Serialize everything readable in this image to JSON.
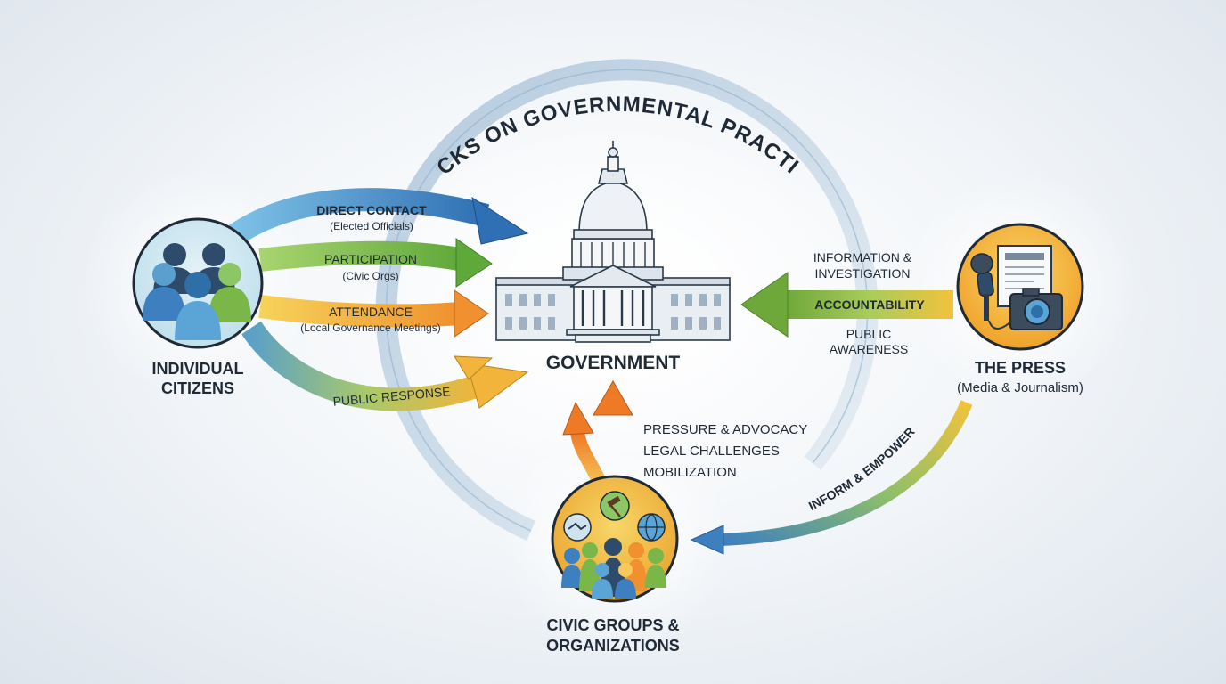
{
  "title": "CHECKS ON GOVERNMENTAL PRACTICES",
  "nodes": {
    "government": {
      "label": "GOVERNMENT"
    },
    "citizens": {
      "line1": "INDIVIDUAL",
      "line2": "CITIZENS"
    },
    "press": {
      "line1": "THE PRESS",
      "line2": "(Media & Journalism)"
    },
    "civic": {
      "line1": "CIVIC GROUPS &",
      "line2": "ORGANIZATIONS"
    }
  },
  "citizen_arrows": [
    {
      "label": "DIRECT CONTACT",
      "sub": "(Elected Officials)",
      "color": "#3d7fbf"
    },
    {
      "label": "PARTICIPATION",
      "sub": "(Civic Orgs)",
      "color": "#7ab648"
    },
    {
      "label": "ATTENDANCE",
      "sub": "(Local Governance Meetings)",
      "color": "#f0a830"
    },
    {
      "label": "PUBLIC RESPONSE",
      "sub": "",
      "color": "#e9b43c"
    }
  ],
  "press_arrow": {
    "top_line1": "INFORMATION &",
    "top_line2": "INVESTIGATION",
    "label": "ACCOUNTABILITY",
    "bottom_line1": "PUBLIC",
    "bottom_line2": "AWARENESS",
    "color": "#8fbf4a"
  },
  "civic_arrow": {
    "items": [
      "PRESSURE & ADVOCACY",
      "LEGAL CHALLENGES",
      "MOBILIZATION"
    ],
    "color": "#ee8a2e"
  },
  "inform_arrow": {
    "label": "INFORM & EMPOWER",
    "color": "#3d7fbf"
  },
  "colors": {
    "blue": "#3d7fbf",
    "green": "#7ab648",
    "orange": "#f0a830",
    "outline": "#1f2a36",
    "ring": "#c9d6e3"
  }
}
